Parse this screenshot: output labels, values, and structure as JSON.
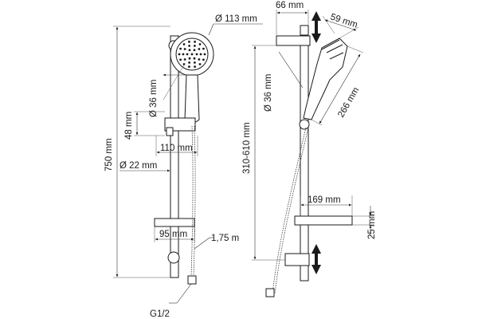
{
  "diagram": {
    "front_view": {
      "head_diameter": "Ø 113 mm",
      "handle_diameter": "Ø 36 mm",
      "holder_height": "48 mm",
      "holder_depth": "110 mm",
      "rail_diameter": "Ø 22 mm",
      "total_height": "750 mm",
      "bracket_depth": "95 mm",
      "hose_length": "1,75 m",
      "thread": "G1/2"
    },
    "side_view": {
      "top_offset": "66 mm",
      "head_width": "59 mm",
      "handle_diameter": "Ø 36 mm",
      "handset_length": "266 mm",
      "adjust_range": "310-610 mm",
      "shelf_depth": "169 mm",
      "shelf_height": "25 mm"
    },
    "colors": {
      "line": "#1a1a1a",
      "background": "#ffffff"
    },
    "icons": [
      "up-down-arrow-icon",
      "arrowhead-icon"
    ]
  }
}
